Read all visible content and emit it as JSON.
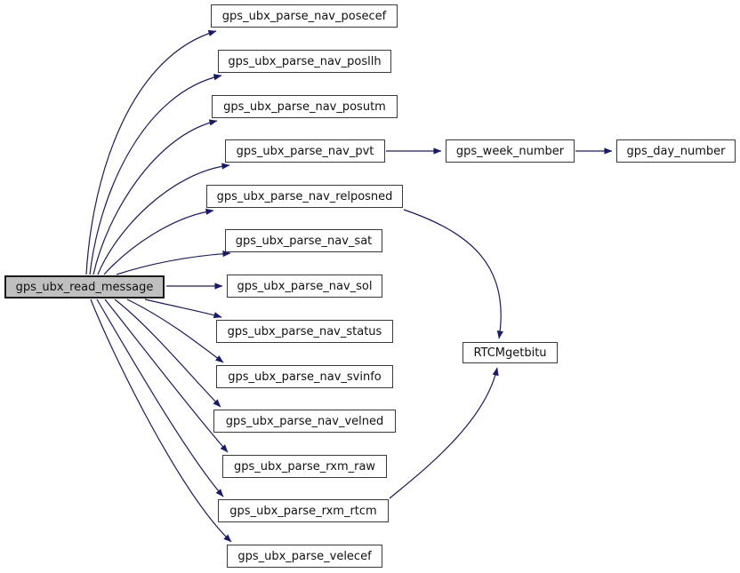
{
  "diagram_type": "doxygen-call-graph",
  "colors": {
    "edge": "#191970",
    "node_border": "#3a3a3a",
    "root_fill": "#bfbfbf",
    "node_fill": "#ffffff",
    "background": "#ffffff",
    "text": "#111111"
  },
  "nodes": {
    "root": {
      "label": "gps_ubx_read_message"
    },
    "posecef": {
      "label": "gps_ubx_parse_nav_posecef"
    },
    "posllh": {
      "label": "gps_ubx_parse_nav_posllh"
    },
    "posutm": {
      "label": "gps_ubx_parse_nav_posutm"
    },
    "pvt": {
      "label": "gps_ubx_parse_nav_pvt"
    },
    "relposned": {
      "label": "gps_ubx_parse_nav_relposned"
    },
    "sat": {
      "label": "gps_ubx_parse_nav_sat"
    },
    "sol": {
      "label": "gps_ubx_parse_nav_sol"
    },
    "status": {
      "label": "gps_ubx_parse_nav_status"
    },
    "svinfo": {
      "label": "gps_ubx_parse_nav_svinfo"
    },
    "velned": {
      "label": "gps_ubx_parse_nav_velned"
    },
    "rxm_raw": {
      "label": "gps_ubx_parse_rxm_raw"
    },
    "rxm_rtcm": {
      "label": "gps_ubx_parse_rxm_rtcm"
    },
    "velecef": {
      "label": "gps_ubx_parse_velecef"
    },
    "week": {
      "label": "gps_week_number"
    },
    "day": {
      "label": "gps_day_number"
    },
    "rtcmgetbitu": {
      "label": "RTCMgetbitu"
    }
  },
  "edges": [
    {
      "from": "gps_ubx_read_message",
      "to": "gps_ubx_parse_nav_posecef"
    },
    {
      "from": "gps_ubx_read_message",
      "to": "gps_ubx_parse_nav_posllh"
    },
    {
      "from": "gps_ubx_read_message",
      "to": "gps_ubx_parse_nav_posutm"
    },
    {
      "from": "gps_ubx_read_message",
      "to": "gps_ubx_parse_nav_pvt"
    },
    {
      "from": "gps_ubx_read_message",
      "to": "gps_ubx_parse_nav_relposned"
    },
    {
      "from": "gps_ubx_read_message",
      "to": "gps_ubx_parse_nav_sat"
    },
    {
      "from": "gps_ubx_read_message",
      "to": "gps_ubx_parse_nav_sol"
    },
    {
      "from": "gps_ubx_read_message",
      "to": "gps_ubx_parse_nav_status"
    },
    {
      "from": "gps_ubx_read_message",
      "to": "gps_ubx_parse_nav_svinfo"
    },
    {
      "from": "gps_ubx_read_message",
      "to": "gps_ubx_parse_nav_velned"
    },
    {
      "from": "gps_ubx_read_message",
      "to": "gps_ubx_parse_rxm_raw"
    },
    {
      "from": "gps_ubx_read_message",
      "to": "gps_ubx_parse_rxm_rtcm"
    },
    {
      "from": "gps_ubx_read_message",
      "to": "gps_ubx_parse_velecef"
    },
    {
      "from": "gps_ubx_parse_nav_pvt",
      "to": "gps_week_number"
    },
    {
      "from": "gps_week_number",
      "to": "gps_day_number"
    },
    {
      "from": "gps_ubx_parse_nav_relposned",
      "to": "RTCMgetbitu"
    },
    {
      "from": "gps_ubx_parse_rxm_rtcm",
      "to": "RTCMgetbitu"
    }
  ]
}
